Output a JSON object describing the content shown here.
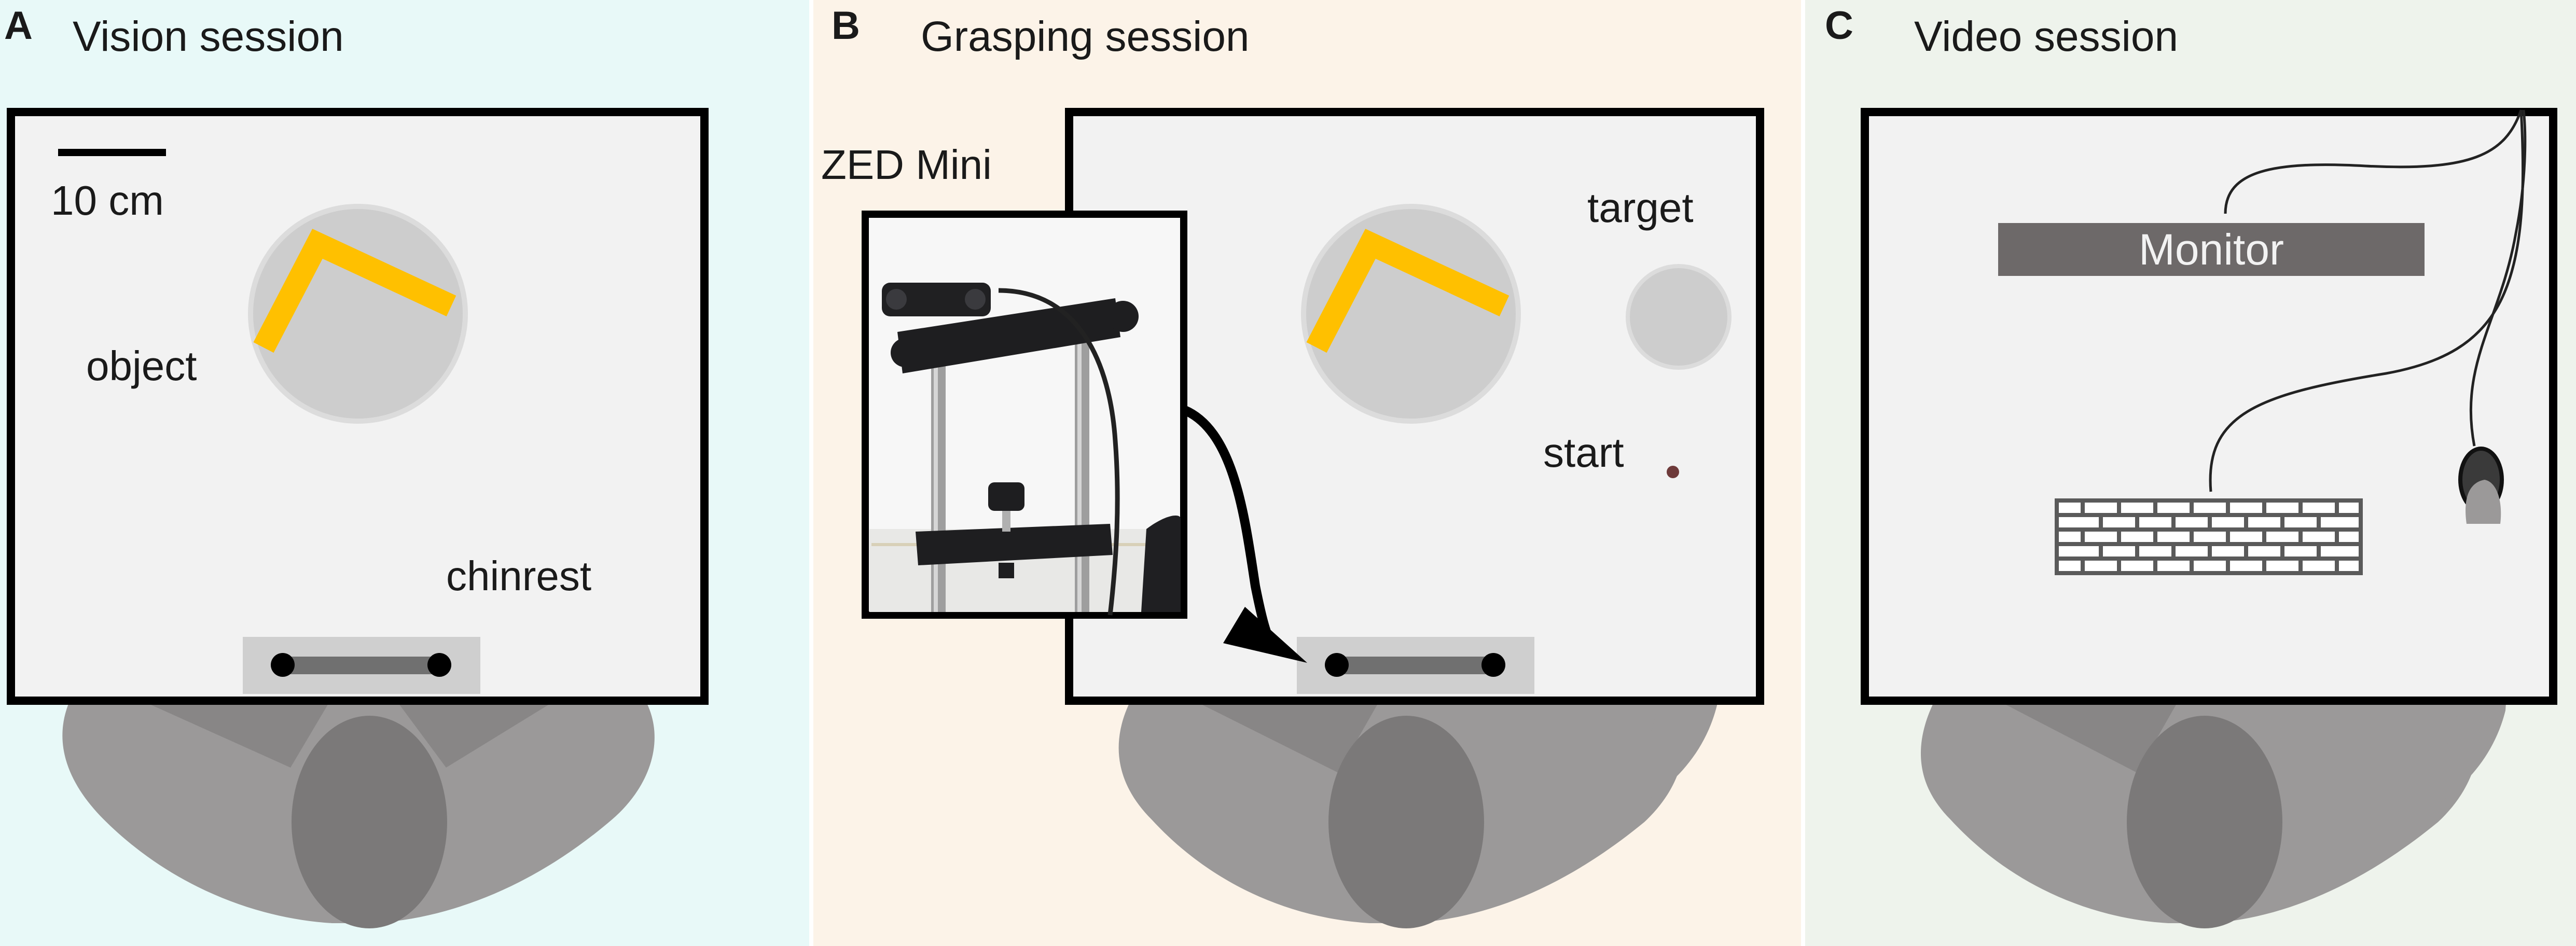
{
  "colors": {
    "panel_a_bg": "#e8f9f8",
    "panel_b_bg": "#fcf3e8",
    "panel_c_bg": "#eef3ec",
    "table_fill": "#f2f2f2",
    "table_border": "#000000",
    "person_dark": "#7b7979",
    "person_light": "#9b9999",
    "object_disk": "#cdcdcd",
    "object_accent": "#ffc000",
    "monitor": "#6d6969",
    "cable": "#222222"
  },
  "panels": [
    {
      "letter": "A",
      "title": "Vision session",
      "scale_bar_label": "10 cm",
      "object_label": "object",
      "chinrest_label": "chinrest"
    },
    {
      "letter": "B",
      "title": "Grasping session",
      "camera_label": "ZED Mini",
      "target_label": "target",
      "start_label": "start",
      "inset": {
        "icon": "zed-mini-camera-photo-icon",
        "arrow_icon": "curved-arrow-icon"
      }
    },
    {
      "letter": "C",
      "title": "Video session",
      "monitor_label": "Monitor",
      "keyboard": {
        "icon": "keyboard-icon"
      },
      "mouse": {
        "icon": "mouse-icon"
      }
    }
  ]
}
